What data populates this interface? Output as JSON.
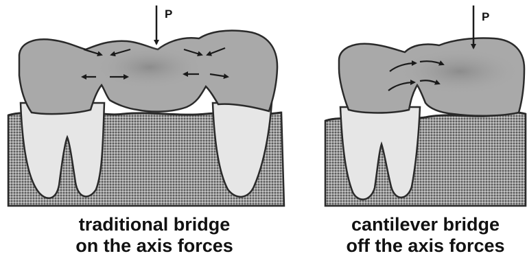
{
  "panels": [
    {
      "id": "traditional",
      "force_label": "P",
      "caption_line1": "traditional bridge",
      "caption_line2": "on the axis forces"
    },
    {
      "id": "cantilever",
      "force_label": "P",
      "caption_line1": "cantilever bridge",
      "caption_line2": "off the axis forces"
    }
  ],
  "colors": {
    "bone": "#8a8a8a",
    "crown": "#a9a9a9",
    "root": "#e6e6e6",
    "outline": "#2a2a2a",
    "arrow": "#1a1a1a"
  }
}
